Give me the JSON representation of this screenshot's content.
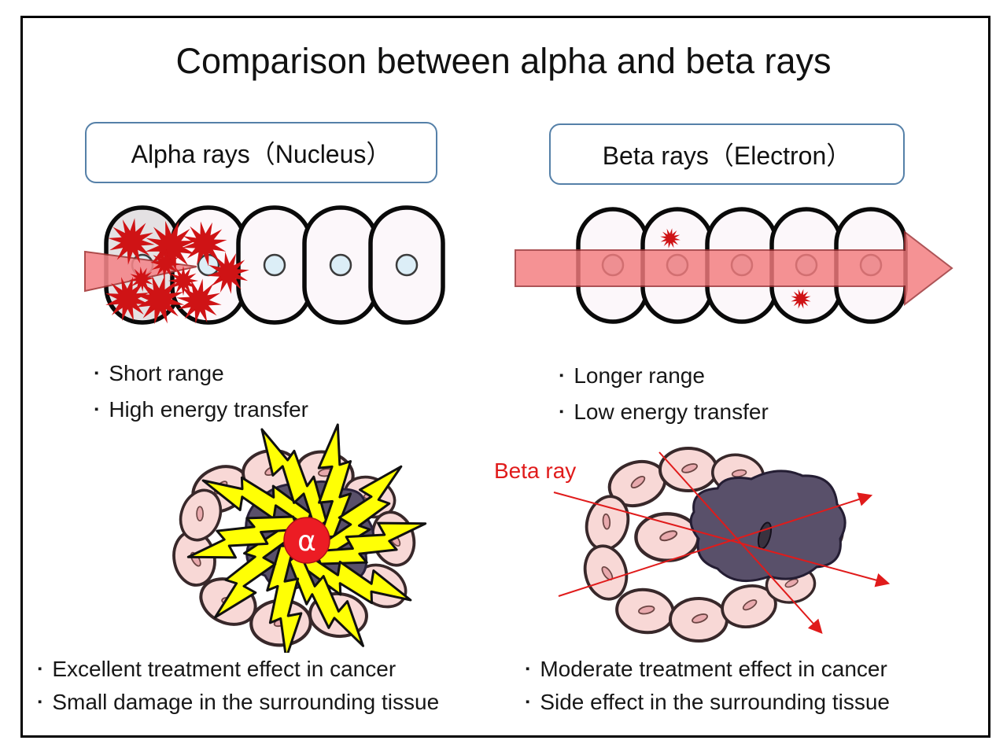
{
  "title": "Comparison between alpha and beta rays",
  "bullet_char": "▪",
  "alpha": {
    "label": "Alpha rays（Nucleus）",
    "symbol": "α",
    "bullets": [
      "Short range",
      "High energy transfer"
    ],
    "bottom_bullets": [
      "Excellent treatment effect in cancer",
      "Small damage in the surrounding tissue"
    ]
  },
  "beta": {
    "label": "Beta rays（Electron）",
    "ray_label": "Beta ray",
    "bullets": [
      "Longer range",
      "Low energy transfer"
    ],
    "bottom_bullets": [
      "Moderate treatment effect in cancer",
      "Side effect in the surrounding tissue"
    ]
  },
  "colors": {
    "accent_red": "#e01b1b",
    "box_border_blue": "#5580a8",
    "ray_pink": "#f4807f",
    "burst_red": "#cf1315",
    "bolt_yellow": "#ffff05",
    "tumor_purple": "#59506a",
    "tissue_pink": "#f8d8d6",
    "alpha_badge_red": "#ec1c24"
  }
}
